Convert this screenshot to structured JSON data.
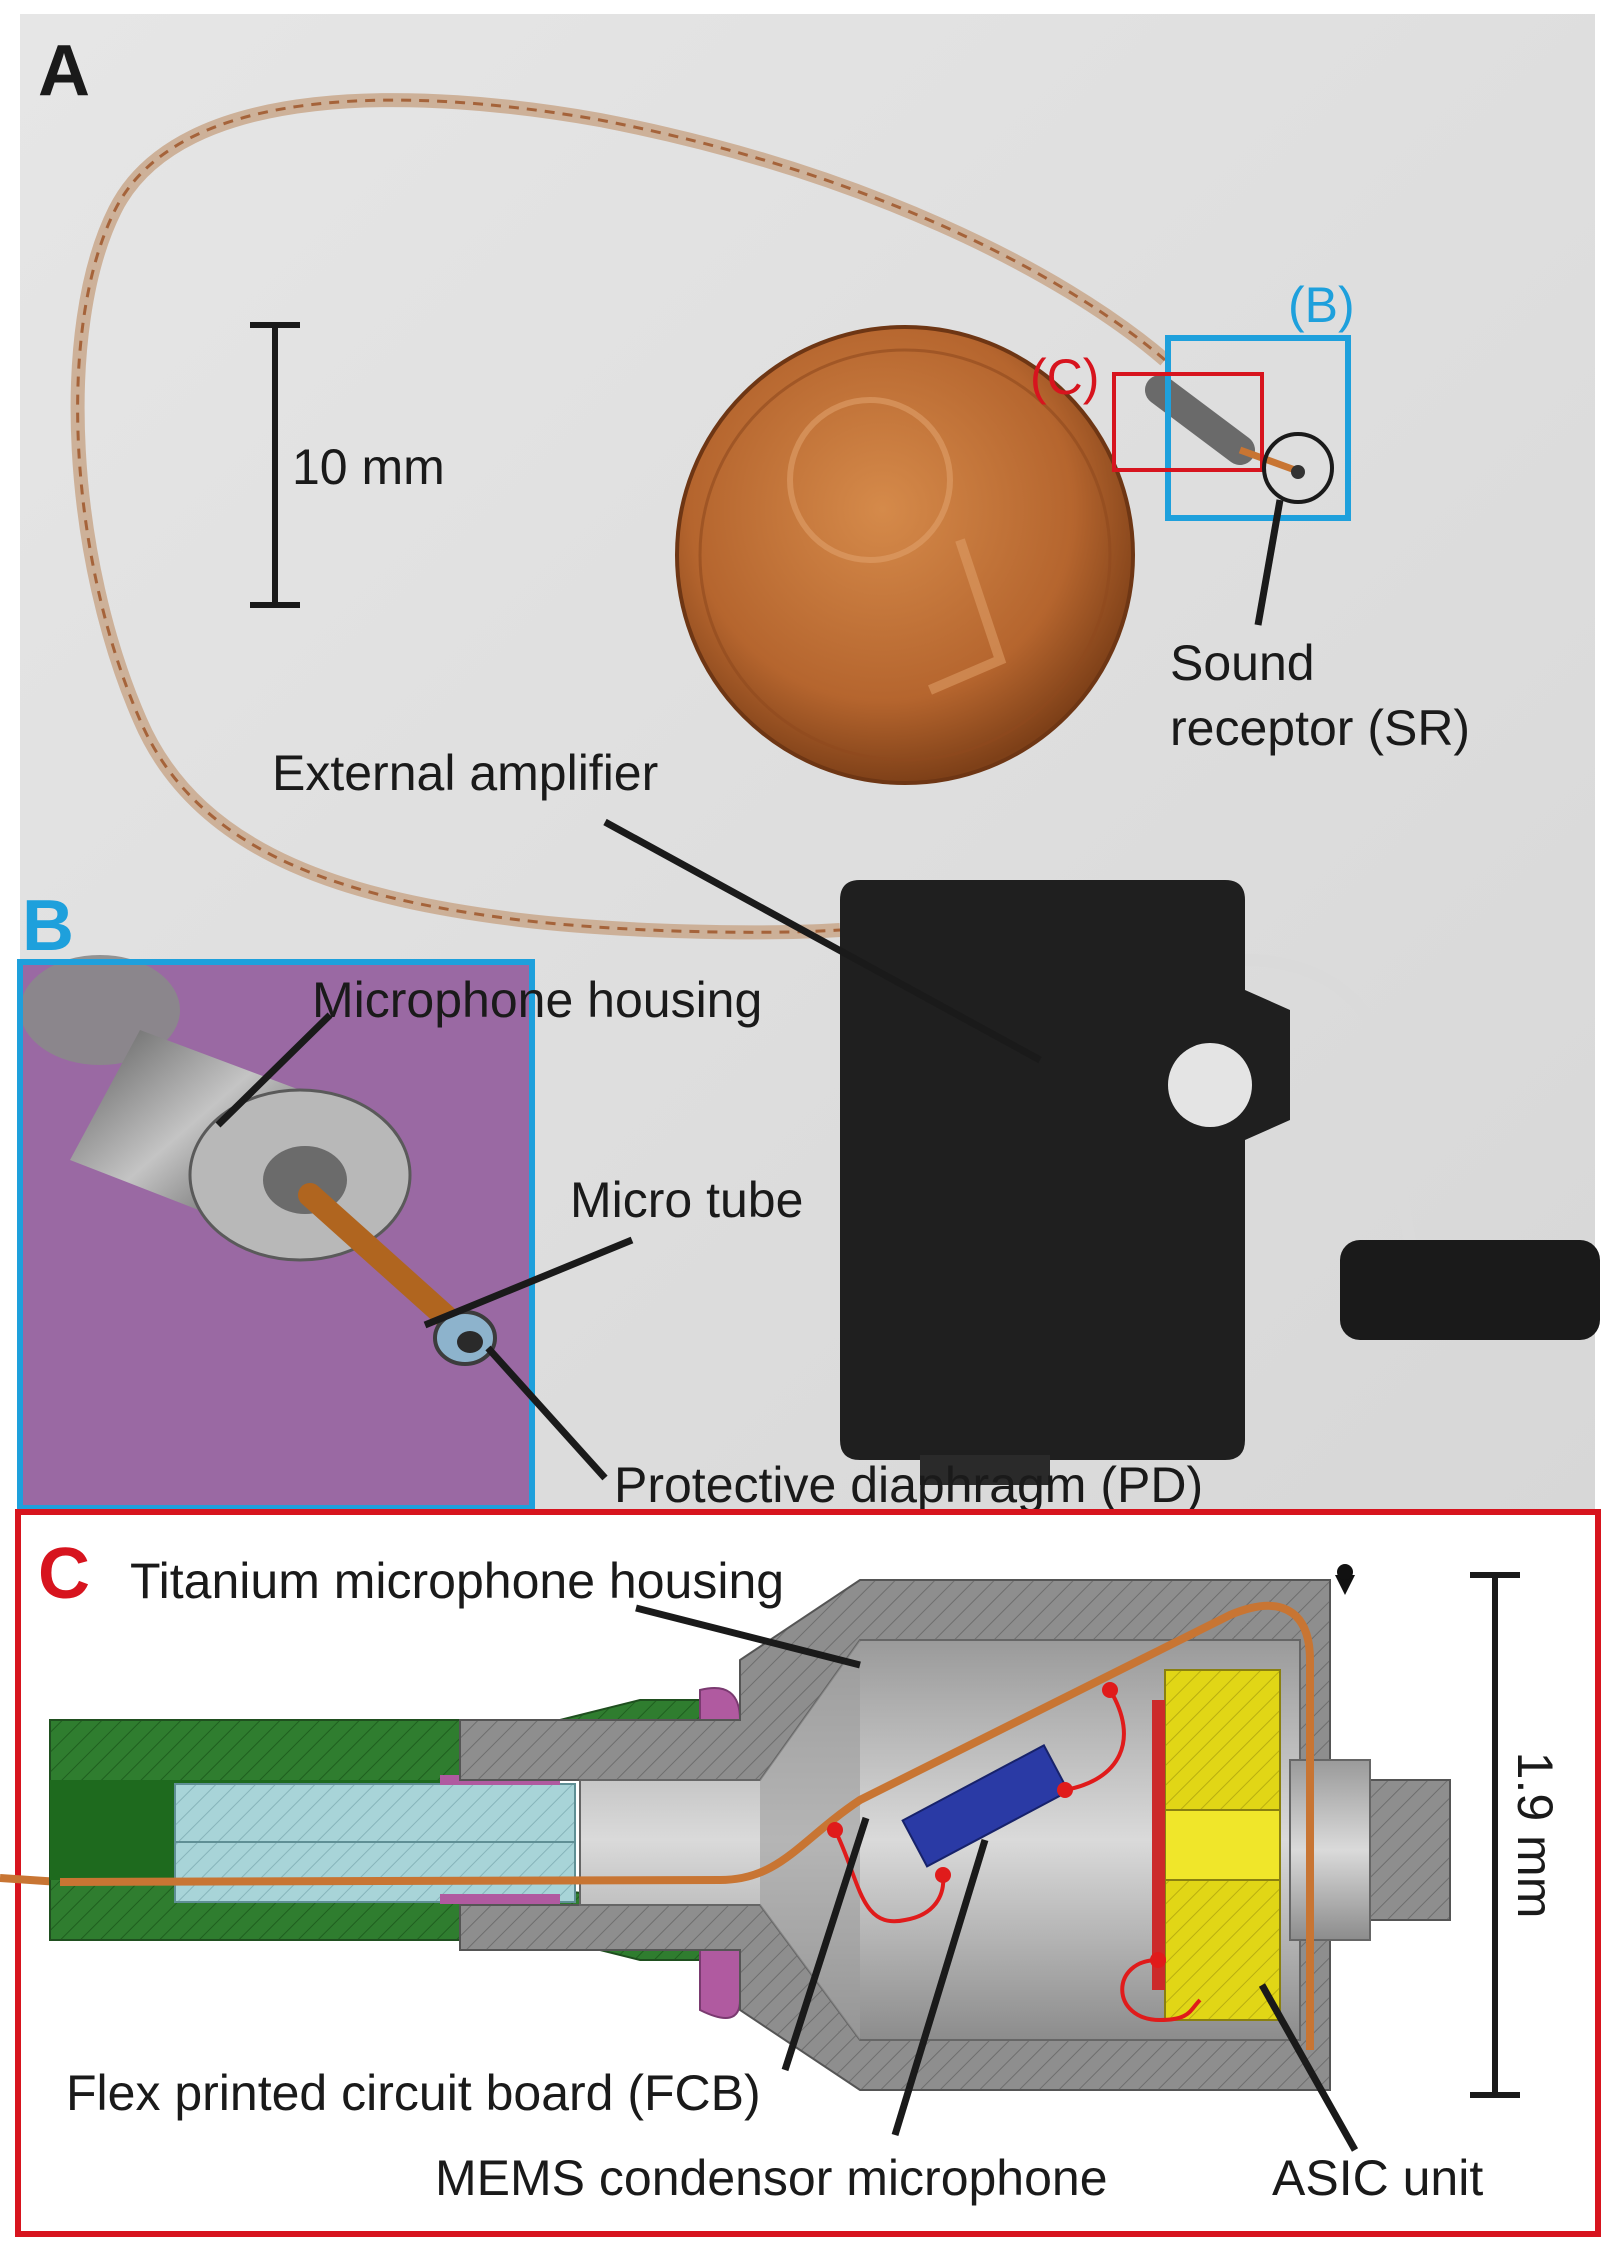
{
  "panel_a": {
    "letter": "A",
    "scale_bar": "10 mm",
    "inset_b_marker": "(B)",
    "inset_c_marker": "(C)",
    "sound_receptor": [
      "Sound",
      "receptor (SR)"
    ],
    "external_amplifier": "External amplifier"
  },
  "panel_b": {
    "letter": "B",
    "microphone_housing": "Microphone housing",
    "micro_tube": "Micro tube",
    "protective_diaphragm": "Protective diaphragm (PD)"
  },
  "panel_c": {
    "letter": "C",
    "titanium_housing": "Titanium microphone housing",
    "scale_bar": "1.9 mm",
    "flex_pcb": "Flex printed circuit board (FCB)",
    "mems_microphone": "MEMS condensor microphone",
    "asic_unit": "ASIC unit"
  },
  "colors": {
    "inset_b_frame": "#1ea0dc",
    "inset_c_frame": "#d7141e",
    "panel_b_background": "#9a69a3",
    "coin": "#b5652e",
    "amplifier": "#1d1d1d",
    "titanium_housing": "#8e8e8e",
    "silicone_tube": "#2f7d2f",
    "flex_pcb": "#c87533",
    "mems": "#2a3aa5",
    "asic": "#e1d616",
    "wires": "#e01b1b"
  }
}
